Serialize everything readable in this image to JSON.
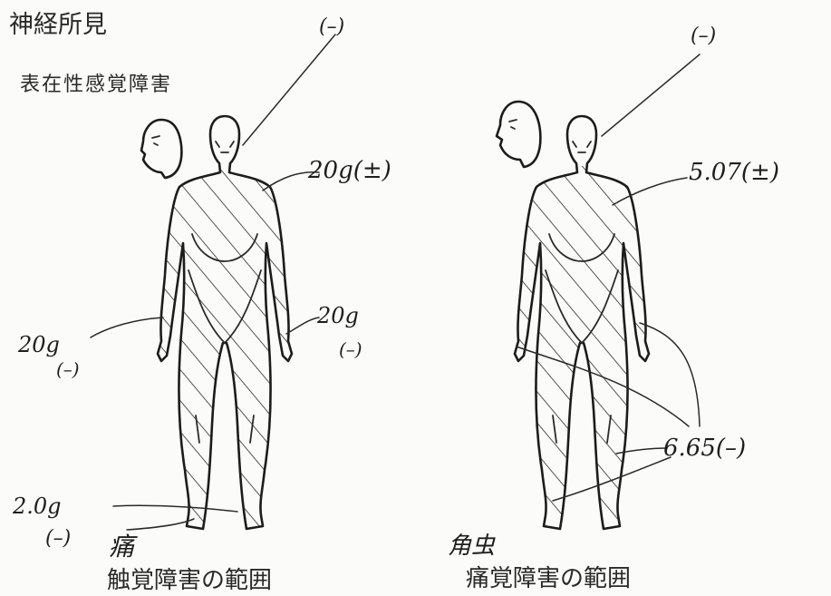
{
  "header": {
    "title": "神経所見",
    "subtitle": "表在性感覚障害"
  },
  "figures": [
    {
      "id": "touch",
      "caption": "触覚障害の範囲",
      "annotations": {
        "head": "(–)",
        "trunk": "20g(±)",
        "left_hand_value": "20g",
        "left_hand_result": "(–)",
        "right_hand_value": "20g",
        "right_hand_result": "(–)",
        "feet_value": "2.0g",
        "feet_result": "(–)",
        "scribble": "痛"
      }
    },
    {
      "id": "pain",
      "caption": "痛覚障害の範囲",
      "annotations": {
        "head": "(–)",
        "trunk": "5.07(±)",
        "limbs": "6.65(–)",
        "scribble": "角虫"
      }
    }
  ],
  "colors": {
    "ink": "#1e1e1e",
    "paper": "#fbfbf9"
  }
}
